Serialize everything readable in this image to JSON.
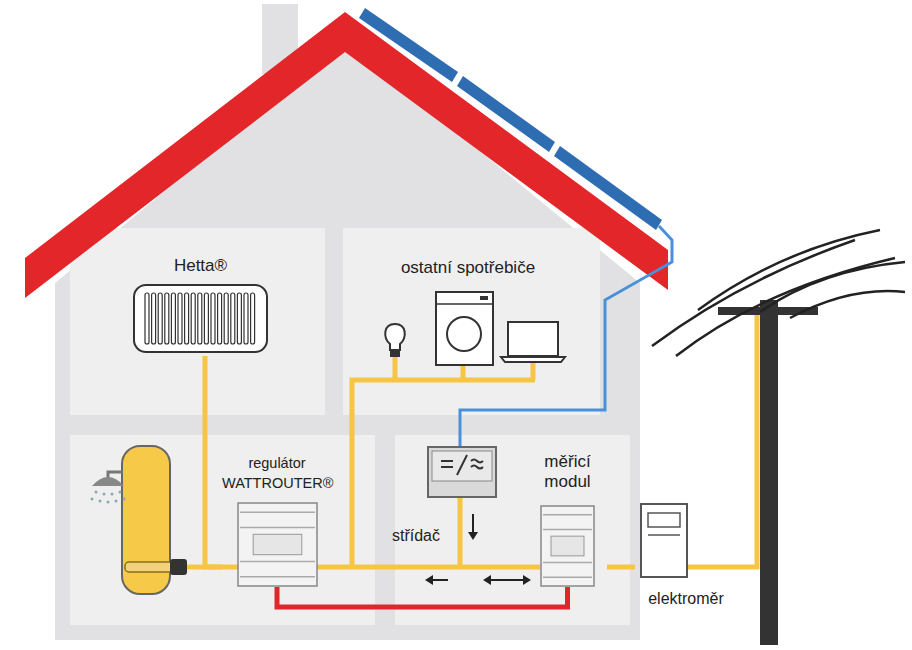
{
  "diagram": {
    "nodes": [
      {
        "text": [
          "Hetta®"
        ]
      },
      {
        "text": [
          "ostatní spotřebiče"
        ]
      },
      {
        "text": [
          "regulátor WATTROUTER®"
        ]
      },
      {
        "text": [
          "střídač"
        ]
      },
      {
        "text": [
          "měřicí modul"
        ]
      },
      {
        "text": [
          "elektroměr"
        ]
      }
    ],
    "edges": [
      {
        "from": 0,
        "to": 2,
        "arrow": "none"
      },
      {
        "from": 2,
        "to": 4,
        "arrow": "none"
      },
      {
        "from": 4,
        "to": 5,
        "arrow": "none"
      }
    ]
  }
}
